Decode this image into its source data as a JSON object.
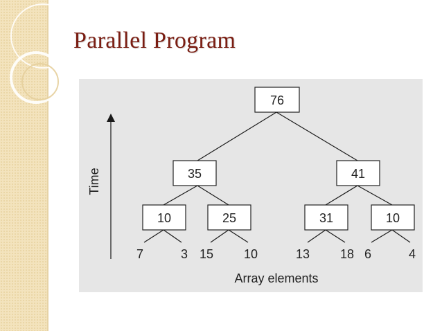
{
  "slide": {
    "title": "Parallel Program"
  },
  "diagram": {
    "nodes": [
      {
        "id": "root",
        "value": "76"
      },
      {
        "id": "left-mid",
        "value": "35"
      },
      {
        "id": "right-mid",
        "value": "41"
      },
      {
        "id": "ll",
        "value": "10"
      },
      {
        "id": "lr",
        "value": "25"
      },
      {
        "id": "rl",
        "value": "31"
      },
      {
        "id": "rr",
        "value": "10"
      }
    ],
    "leaves": [
      "7",
      "3",
      "15",
      "10",
      "13",
      "18",
      "6",
      "4"
    ],
    "time_label": "Time",
    "array_label": "Array elements"
  }
}
